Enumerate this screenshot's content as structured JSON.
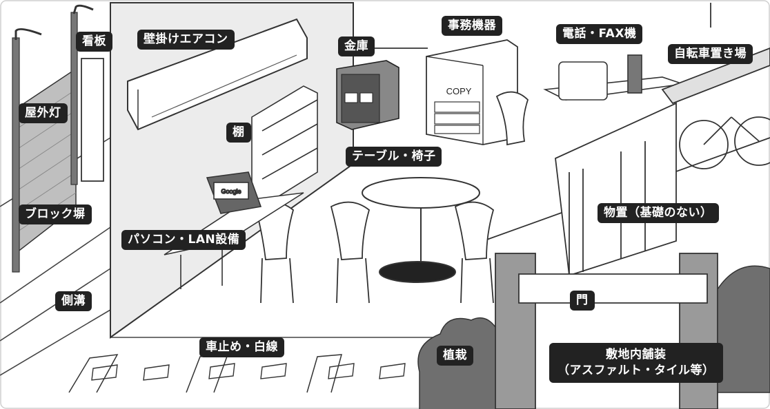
{
  "labels": {
    "kanban": "看板",
    "aircon": "壁掛けエアコン",
    "safe": "金庫",
    "office_machines": "事務機器",
    "phone_fax": "電話・FAX機",
    "bicycle_parking": "自転車置き場",
    "outdoor_light": "屋外灯",
    "shelf": "棚",
    "table_chairs": "テーブル・椅子",
    "block_wall": "ブロック塀",
    "storage_shed": "物置（基礎のない）",
    "pc_lan": "パソコン・LAN設備",
    "gutter": "側溝",
    "gate": "門",
    "car_stop": "車止め・白線",
    "planting": "植栽",
    "paving_line1": "敷地内舗装",
    "paving_line2": "（アスファルト・タイル等）"
  },
  "device_text": {
    "copier_label": "COPY",
    "laptop_screen": "Google"
  },
  "colors": {
    "label_bg": "#222222",
    "label_text": "#ffffff",
    "line": "#333333",
    "pole": "#888888",
    "bush": "#6f6f6f",
    "wall_tint": "#e6e6e6"
  }
}
